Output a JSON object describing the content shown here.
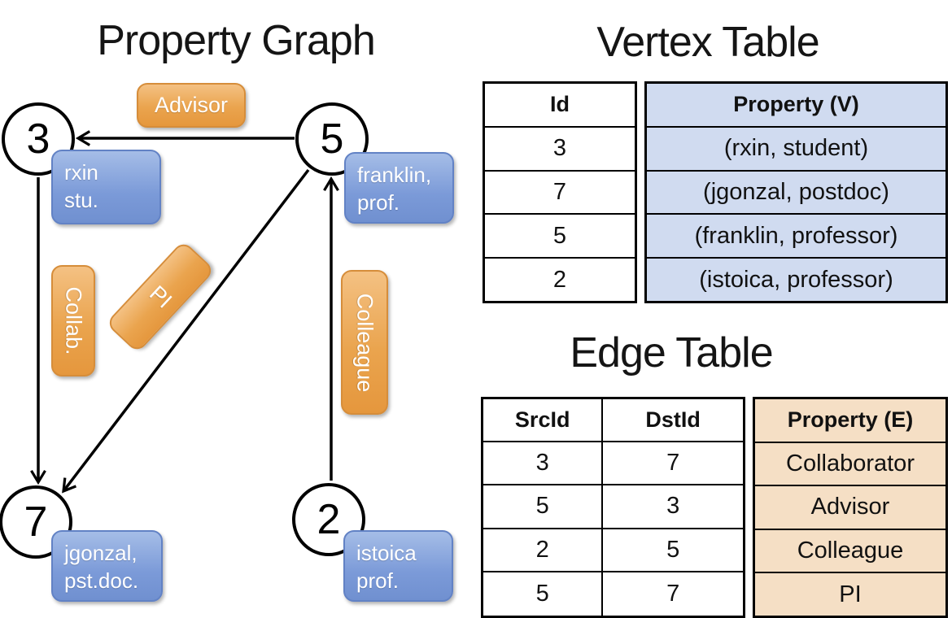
{
  "graph": {
    "title": "Property Graph",
    "vertices": [
      {
        "id": "3",
        "line1": "rxin",
        "line2": "stu."
      },
      {
        "id": "5",
        "line1": "franklin,",
        "line2": "prof."
      },
      {
        "id": "7",
        "line1": "jgonzal,",
        "line2": "pst.doc."
      },
      {
        "id": "2",
        "line1": "istoica",
        "line2": "prof."
      }
    ],
    "edge_labels": {
      "advisor": "Advisor",
      "collab": "Collab.",
      "pi": "PI",
      "colleague": "Colleague"
    },
    "edges": [
      {
        "from": "5",
        "to": "3",
        "label": "Advisor"
      },
      {
        "from": "3",
        "to": "7",
        "label": "Collab."
      },
      {
        "from": "5",
        "to": "7",
        "label": "PI"
      },
      {
        "from": "2",
        "to": "5",
        "label": "Colleague"
      }
    ]
  },
  "vertex_table": {
    "title": "Vertex Table",
    "columns": {
      "id": "Id",
      "property": "Property (V)"
    },
    "rows": [
      {
        "id": "3",
        "property": "(rxin, student)"
      },
      {
        "id": "7",
        "property": "(jgonzal, postdoc)"
      },
      {
        "id": "5",
        "property": "(franklin, professor)"
      },
      {
        "id": "2",
        "property": "(istoica, professor)"
      }
    ]
  },
  "edge_table": {
    "title": "Edge Table",
    "columns": {
      "src": "SrcId",
      "dst": "DstId",
      "property": "Property (E)"
    },
    "rows": [
      {
        "src": "3",
        "dst": "7",
        "property": "Collaborator"
      },
      {
        "src": "5",
        "dst": "3",
        "property": "Advisor"
      },
      {
        "src": "2",
        "dst": "5",
        "property": "Colleague"
      },
      {
        "src": "5",
        "dst": "7",
        "property": "PI"
      }
    ]
  },
  "colors": {
    "edge_label_fill": "#eaa44e",
    "edge_label_border": "#d68d3a",
    "vertex_prop_fill": "#7b9ad8",
    "vertex_prop_border": "#6282c5",
    "vertex_table_fill": "#d0dbf0",
    "edge_table_fill": "#f5dfc5",
    "line_color": "#000000"
  }
}
